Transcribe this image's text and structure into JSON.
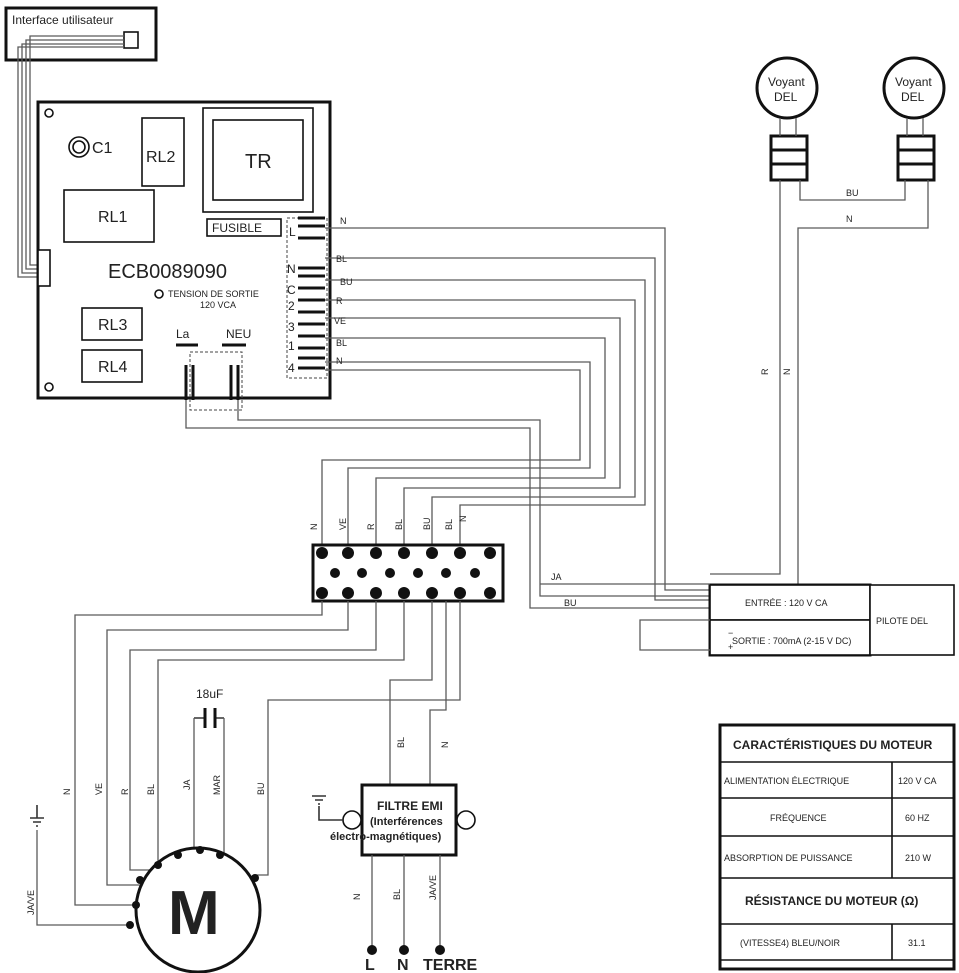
{
  "ui": {
    "label": "Interface utilisateur"
  },
  "board": {
    "model": "ECB0089090",
    "c1": "C1",
    "rl1": "RL1",
    "rl2": "RL2",
    "rl3": "RL3",
    "rl4": "RL4",
    "tr": "TR",
    "fuse": "FUSIBLE",
    "output_line1": "TENSION DE SORTIE",
    "output_line2": "120 VCA",
    "la": "La",
    "neu": "NEU",
    "pins": [
      "L",
      "N",
      "C",
      "2",
      "3",
      "1",
      "4"
    ]
  },
  "wire_labels": {
    "n": "N",
    "bl": "BL",
    "bu": "BU",
    "r": "R",
    "ve": "VE",
    "ja": "JA",
    "mar": "MAR",
    "jave": "JA/VE"
  },
  "leds": {
    "line1": "Voyant",
    "line2": "DEL"
  },
  "driver": {
    "input": "ENTRÉE : 120 V CA",
    "output": "SORTIE : 700mA (2-15 V DC)",
    "name": "PILOTE DEL",
    "minus": "−",
    "plus": "+"
  },
  "capacitor": {
    "value": "18uF"
  },
  "motor": {
    "label": "M"
  },
  "filter": {
    "line1": "FILTRE EMI",
    "line2": "(Interférences",
    "line3": "électro-magnétiques)"
  },
  "outputs": {
    "l": "L",
    "n": "N",
    "terre": "TERRE"
  },
  "specs": {
    "title": "CARACTÉRISTIQUES DU MOTEUR",
    "rows": [
      {
        "label": "ALIMENTATION ÉLECTRIQUE",
        "value": "120 V CA"
      },
      {
        "label": "FRÉQUENCE",
        "value": "60 HZ"
      },
      {
        "label": "ABSORPTION DE PUISSANCE",
        "value": "210 W"
      }
    ],
    "res_title": "RÉSISTANCE DU MOTEUR (Ω)",
    "res_rows": [
      {
        "label": "(VITESSE4) BLEU/NOIR",
        "value": "31.1"
      }
    ]
  }
}
